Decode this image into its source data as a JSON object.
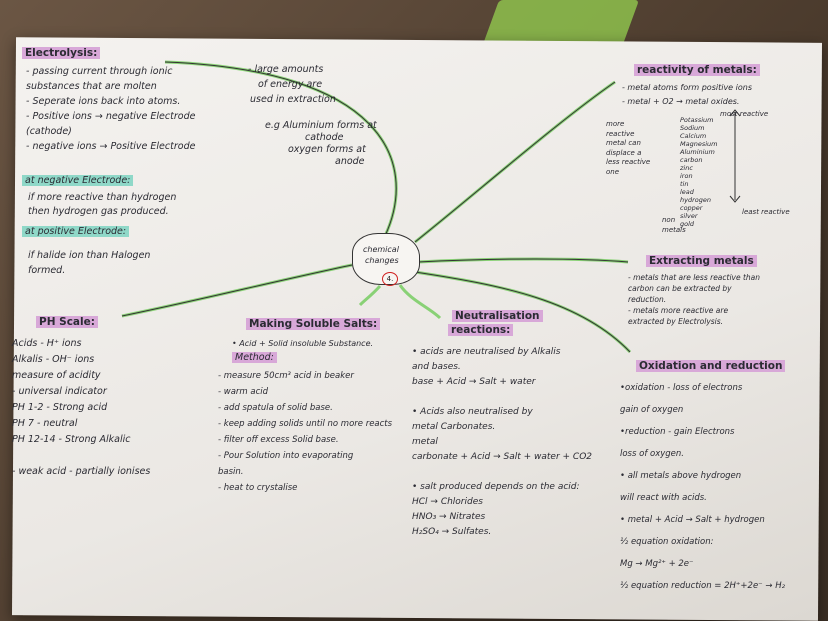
{
  "center": {
    "title_line1": "chemical",
    "title_line2": "changes",
    "badge": "4."
  },
  "electrolysis": {
    "heading": "Electrolysis:",
    "lines": [
      "- passing current through ionic",
      "  substances that are molten",
      "- Seperate ions back into atoms.",
      "- Positive ions → negative Electrode",
      "                   (cathode)",
      "- negative ions → Positive Electrode"
    ],
    "neg_heading": "at negative Electrode:",
    "neg_lines": [
      "if more reactive than hydrogen",
      "then hydrogen gas produced."
    ],
    "pos_heading": "at positive Electrode:",
    "pos_lines": [
      "if halide ion than Halogen",
      "formed."
    ]
  },
  "energy": {
    "lines": [
      "- large amounts",
      "of energy are",
      "used in extraction"
    ],
    "example": [
      "e.g Aluminium forms at",
      "cathode",
      "oxygen forms at",
      "anode"
    ]
  },
  "reactivity": {
    "heading": "reactivity of metals:",
    "lines": [
      "- metal atoms form positive ions",
      "- metal + O2 → metal oxides."
    ],
    "most_label": "most reactive",
    "least_label": "least reactive",
    "displace_note": [
      "more",
      "reactive",
      "metal can",
      "displace a",
      "less reactive",
      "one"
    ],
    "series": [
      "Potassium",
      "Sodium",
      "Calcium",
      "Magnesium",
      "Aluminium",
      "carbon",
      "zinc",
      "iron",
      "tin",
      "lead",
      "hydrogen",
      "copper",
      "silver",
      "gold"
    ],
    "non_metals": [
      "non",
      "metals"
    ]
  },
  "extracting": {
    "heading": "Extracting metals",
    "lines": [
      "- metals that are less reactive than",
      "carbon can be extracted by",
      "reduction.",
      "- metals more reactive are",
      "extracted by Electrolysis."
    ]
  },
  "oxidation": {
    "heading": "Oxidation and reduction",
    "lines": [
      "•oxidation - loss of electrons",
      "              gain of oxygen",
      "•reduction - gain Electrons",
      "              loss of oxygen.",
      "• all metals above hydrogen",
      "  will react with acids.",
      "• metal + Acid → Salt + hydrogen",
      "½ equation oxidation:",
      "      Mg → Mg²⁺ + 2e⁻",
      "½ equation reduction = 2H⁺+2e⁻ → H₂"
    ]
  },
  "ph": {
    "heading": "PH Scale:",
    "lines": [
      "Acids - H⁺ ions",
      "Alkalis - OH⁻ ions",
      "measure of acidity",
      "- universal indicator",
      "PH 1-2 - Strong acid",
      "PH 7 - neutral",
      "PH 12-14 - Strong Alkalic",
      "",
      "- weak acid - partially ionises"
    ]
  },
  "salts": {
    "heading": "Making Soluble Salts:",
    "lines": [
      "• Acid + Solid insoluble Substance.",
      "Method:"
    ],
    "method": [
      "- measure 50cm³ acid in beaker",
      "- warm acid",
      "- add spatula of solid base.",
      "- keep adding solids until no more reacts",
      "- filter off excess Solid base.",
      "- Pour Solution into evaporating",
      "  basin.",
      "- heat to crystalise"
    ]
  },
  "neutralisation": {
    "heading_line1": "Neutralisation",
    "heading_line2": "reactions:",
    "lines": [
      "• acids are neutralised by Alkalis",
      "  and bases.",
      "base + Acid → Salt + water",
      "",
      "• Acids also neutralised by",
      "  metal Carbonates.",
      "metal",
      "carbonate + Acid → Salt + water + CO2",
      "",
      "• salt produced depends on the acid:",
      "   HCl → Chlorides",
      "   HNO₃ → Nitrates",
      "   H₂SO₄ → Sulfates."
    ]
  },
  "colors": {
    "paper": "#f1eeea",
    "ink": "#2b2b33",
    "branch": "#7fcf6a",
    "pink": "#d8a8d8",
    "teal": "#8fd8c8",
    "badge": "#d02020"
  }
}
